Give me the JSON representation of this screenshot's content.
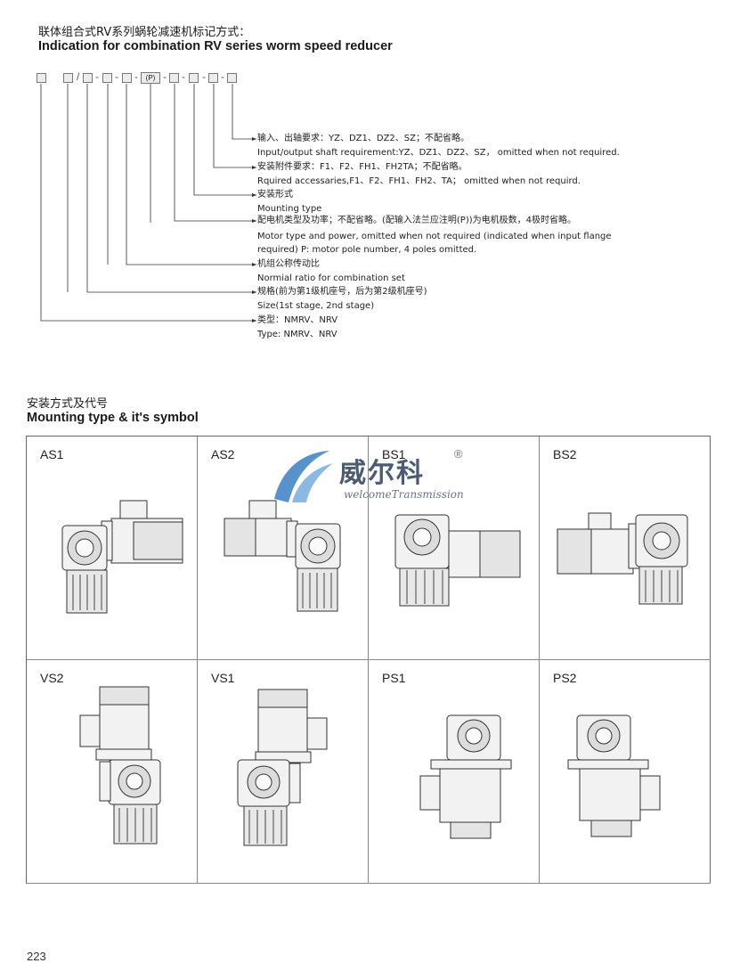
{
  "header": {
    "title_cn": "联体组合式RV系列蜗轮减速机标记方式：",
    "title_en": "Indication for combination RV series worm speed reducer"
  },
  "code": {
    "slash": "/",
    "dash": "-",
    "p_label": "(P)"
  },
  "descriptions": [
    "输入、出轴要求：YZ、DZ1、DZ2、SZ；不配省略。",
    "Input/output shaft requirement:YZ、DZ1、DZ2、SZ，  omitted when not required.",
    "安装附件要求：F1、F2、FH1、FH2TA；不配省略。",
    "Rquired accessaries,F1、F2、FH1、FH2、TA；  omitted when not requird.",
    "安装形式",
    "Mounting type",
    "配电机类型及功率；不配省略。(配输入法兰应注明(P))为电机极数，4极时省略。",
    "Motor type and power, omitted when not required (indicated when input flange",
    "required) P: motor pole number, 4 poles omitted.",
    "机组公称传动比",
    "Normial ratio for combination set",
    "规格(前为第1级机座号，后为第2级机座号)",
    "Size(1st stage, 2nd stage)",
    "类型：NMRV、NRV",
    "Type: NMRV、NRV"
  ],
  "section": {
    "title_cn": "安装方式及代号",
    "title_en": "Mounting type & it's symbol"
  },
  "mounting_types": [
    {
      "label": "AS1"
    },
    {
      "label": "AS2"
    },
    {
      "label": "BS1"
    },
    {
      "label": "BS2"
    },
    {
      "label": "VS2"
    },
    {
      "label": "VS1"
    },
    {
      "label": "PS1"
    },
    {
      "label": "PS2"
    }
  ],
  "watermark": {
    "cn": "威尔科",
    "en": "welcomeTransmission",
    "reg": "®"
  },
  "page_number": "223"
}
